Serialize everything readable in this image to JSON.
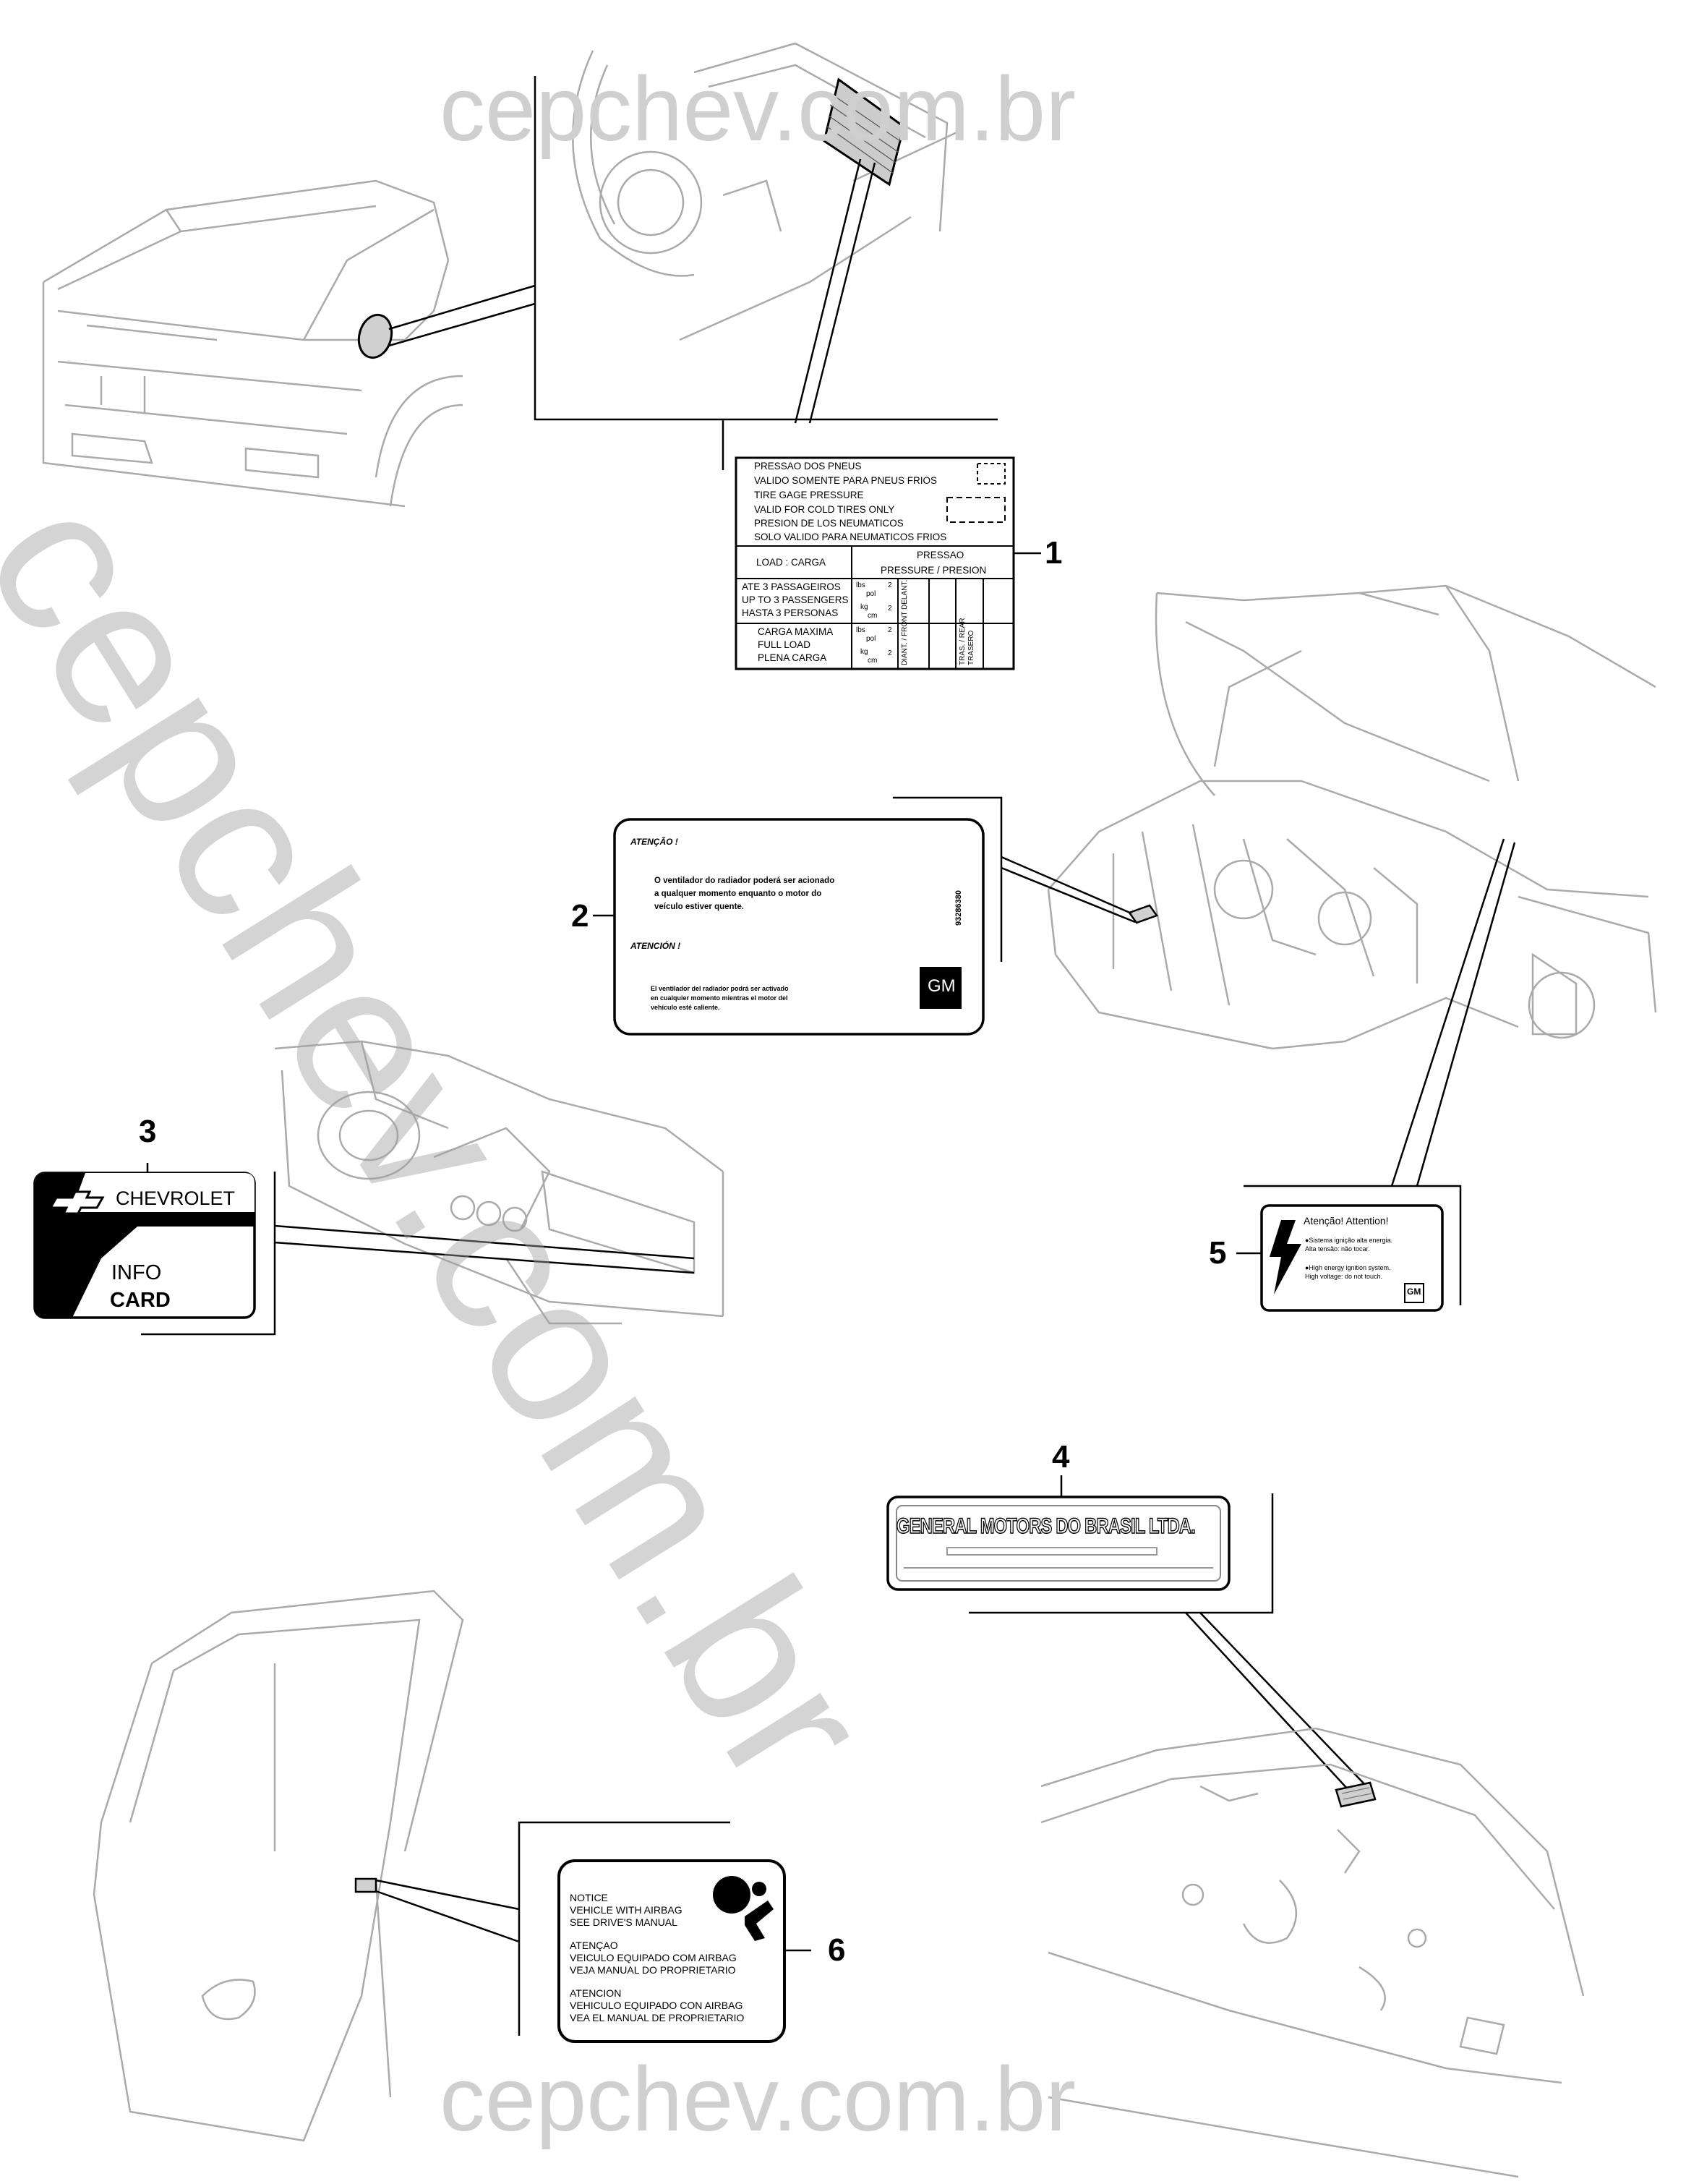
{
  "watermark": {
    "top": "cepchev.com.br",
    "bottom": "cepchev.com.br",
    "diagonal": "cepchev.com.br"
  },
  "callouts": [
    "1",
    "2",
    "3",
    "4",
    "5",
    "6"
  ],
  "label_1": {
    "header_lines": [
      "PRESSAO DOS PNEUS",
      "VALIDO SOMENTE PARA PNEUS FRIOS",
      "TIRE GAGE PRESSURE",
      "VALID FOR COLD TIRES ONLY",
      "PRESION DE LOS NEUMATICOS",
      "SOLO VALIDO PARA NEUMATICOS FRIOS"
    ],
    "load": "LOAD : CARGA",
    "pressure_title": "PRESSAO",
    "pressure_sub": "PRESSURE / PRESION",
    "row1": [
      "ATE 3 PASSAGEIROS",
      "UP TO 3 PASSENGERS",
      "HASTA 3 PERSONAS"
    ],
    "row2": [
      "CARGA MAXIMA",
      "FULL LOAD",
      "PLENA CARGA"
    ],
    "unit_lbs": "lbs",
    "unit_pol": "pol",
    "unit_kg": "kg",
    "unit_cm": "cm",
    "exp": "2",
    "front": "DIANT. / FRONT DELANT.",
    "rear": "TRAS. / REAR TRASERO"
  },
  "label_2": {
    "heading_pt": "ATENÇÃO !",
    "body_pt": [
      "O ventilador do radiador poderá ser acionado",
      "a qualquer momento enquanto o motor do",
      "veículo estiver quente."
    ],
    "heading_es": "ATENCIÓN !",
    "body_es": [
      "El ventilador del radiador podrá ser activado",
      "en cualquier momento mientras el motor del",
      "vehículo esté caliente."
    ],
    "part_number": "93286380",
    "logo": "GM"
  },
  "label_3": {
    "brand": "CHEVROLET",
    "line1": "INFO",
    "line2": "CARD"
  },
  "label_4": {
    "text": "GENERAL MOTORS DO BRASIL LTDA."
  },
  "label_5": {
    "title": "Atenção!  Attention!",
    "line_pt": [
      "●Sistema ignição alta energia.",
      " Alta tensão: não tocar."
    ],
    "line_en": [
      "●High energy ignition system.",
      " High voltage: do not touch."
    ],
    "logo": "GM"
  },
  "label_6": {
    "notice": [
      "NOTICE",
      "VEHICLE WITH AIRBAG",
      "SEE DRIVE'S MANUAL"
    ],
    "atencao": [
      "ATENÇAO",
      "VEICULO EQUIPADO COM AIRBAG",
      "VEJA MANUAL DO PROPRIETARIO"
    ],
    "atencion": [
      "ATENCION",
      "VEHICULO EQUIPADO CON AIRBAG",
      "VEA EL MANUAL DE PROPRIETARIO"
    ]
  }
}
